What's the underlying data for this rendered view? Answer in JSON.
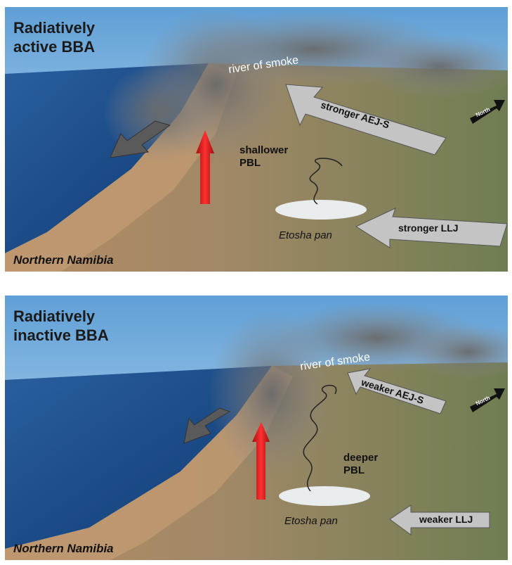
{
  "panels": [
    {
      "title": "Radiatively\nactive BBA",
      "region": "Northern Namibia",
      "smoke_label": "river of smoke",
      "pbl_label": "shallower\nPBL",
      "pan_label": "Etosha pan",
      "aej_label": "stronger AEJ-S",
      "llj_label": "stronger LLJ",
      "north_label": "North"
    },
    {
      "title": "Radiatively\ninactive BBA",
      "region": "Northern Namibia",
      "smoke_label": "river of smoke",
      "pbl_label": "deeper\nPBL",
      "pan_label": "Etosha pan",
      "aej_label": "weaker AEJ-S",
      "llj_label": "weaker LLJ",
      "north_label": "North"
    }
  ],
  "colors": {
    "sky": "#8fc1e8",
    "ocean": "#1d4f8c",
    "land": "#8c8a62",
    "desert": "#b48c64",
    "smoke": "#707070",
    "updraft_arrow": "#d61f1f",
    "outflow_arrow": "#5a5a5a",
    "wind_arrow": "#b5b5b5"
  }
}
